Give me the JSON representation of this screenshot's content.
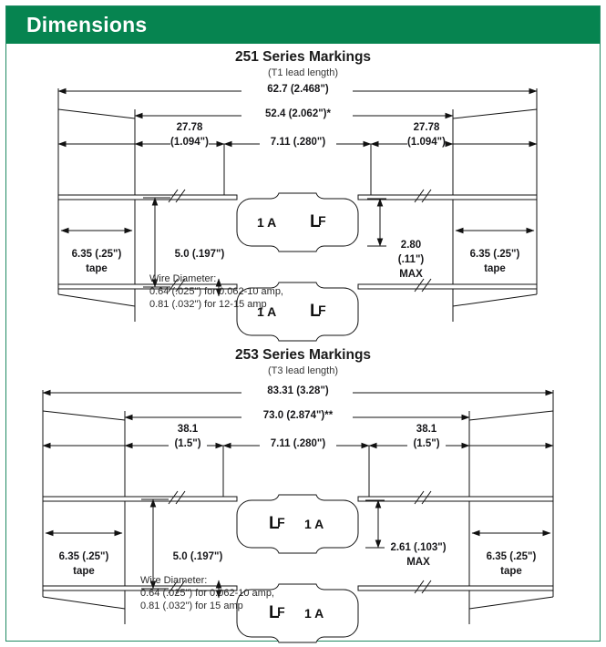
{
  "header": {
    "title": "Dimensions",
    "bar_color": "#068450",
    "border_color": "#1f8a62"
  },
  "diagrams": [
    {
      "id": "251",
      "title": "251 Series Markings",
      "subtitle": "(T1 lead length)",
      "overall_length": "62.7 (2.468\")",
      "lead_to_lead": "52.4 (2.062\")*",
      "left_lead": {
        "metric": "27.78",
        "imperial": "(1.094\")"
      },
      "right_lead": {
        "metric": "27.78",
        "imperial": "(1.094\")"
      },
      "body_length": "7.11 (.280\")",
      "body_diameter": {
        "value": "2.80",
        "imperial": "(.11\")",
        "qualifier": "MAX"
      },
      "tape_left": {
        "dim": "6.35 (.25\")",
        "label": "tape"
      },
      "tape_right": {
        "dim": "6.35 (.25\")",
        "label": "tape"
      },
      "tape_spacing": "5.0 (.197\")",
      "wire_note": {
        "heading": "Wire Diameter:",
        "line1": "0.64 (.025\") for 0.062-10 amp,",
        "line2": "0.81 (.032\") for 12-15 amp"
      },
      "marking": {
        "rating": "1 A",
        "logo": "littelfuse-lf-logo",
        "order": "rating-first"
      }
    },
    {
      "id": "253",
      "title": "253 Series Markings",
      "subtitle": "(T3 lead length)",
      "overall_length": "83.31 (3.28\")",
      "lead_to_lead": "73.0 (2.874\")**",
      "left_lead": {
        "metric": "38.1",
        "imperial": "(1.5\")"
      },
      "right_lead": {
        "metric": "38.1",
        "imperial": "(1.5\")"
      },
      "body_length": "7.11 (.280\")",
      "body_diameter": {
        "value": "2.61 (.103\")",
        "imperial": "",
        "qualifier": "MAX"
      },
      "tape_left": {
        "dim": "6.35 (.25\")",
        "label": "tape"
      },
      "tape_right": {
        "dim": "6.35 (.25\")",
        "label": "tape"
      },
      "tape_spacing": "5.0 (.197\")",
      "wire_note": {
        "heading": "Wire Diameter:",
        "line1": "0.64 (.025\") for 0.062-10 amp,",
        "line2": "0.81 (.032\") for 15 amp"
      },
      "marking": {
        "rating": "1 A",
        "logo": "littelfuse-lf-logo",
        "order": "logo-first"
      }
    }
  ]
}
